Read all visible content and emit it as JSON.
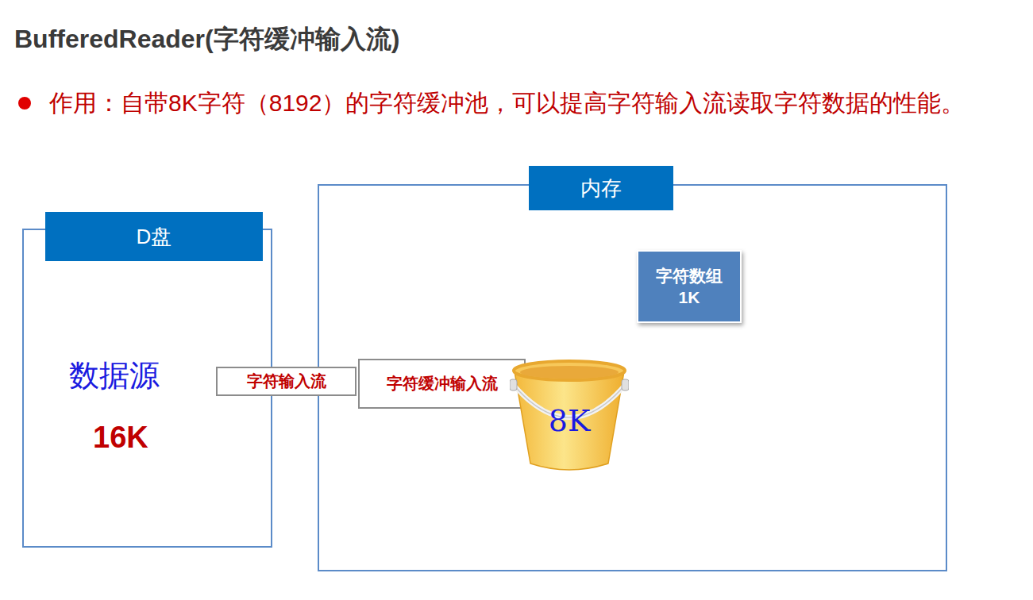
{
  "diagram": {
    "title": "BufferedReader(字符缓冲输入流)",
    "nodes": [
      {
        "text": [
          "D盘",
          "数据源",
          "16K"
        ]
      },
      {
        "text": [
          "内存"
        ]
      },
      {
        "text": [
          "字符数组 1K"
        ],
        "in": 1
      },
      {
        "text": [
          "字符输入流"
        ]
      },
      {
        "text": [
          "字符缓冲输入流"
        ],
        "in": 1
      },
      {
        "text": [
          "8K"
        ],
        "in": 1
      }
    ],
    "labels": [
      "作用：自带8K字符（8192）的字符缓冲池，可以提高字符输入流读取字符数据的性能。"
    ]
  }
}
